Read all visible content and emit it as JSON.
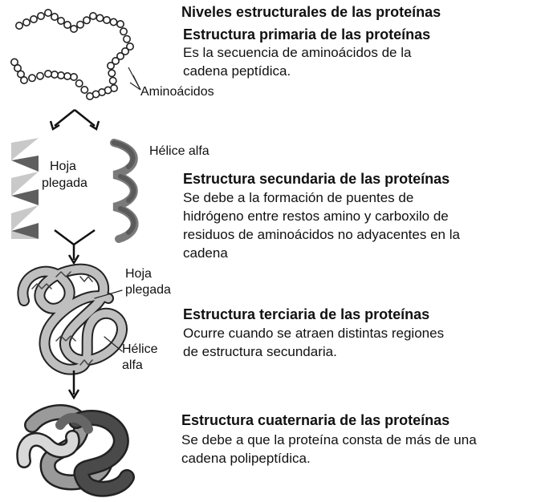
{
  "main_title": "Niveles estructurales de las proteínas",
  "levels": [
    {
      "title": "Estructura primaria de las proteínas",
      "lines": [
        "Es la secuencia de aminoácidos de la",
        "cadena peptídica."
      ]
    },
    {
      "title": "Estructura secundaria de las proteínas",
      "lines": [
        "Se debe a la formación de puentes de",
        "hidrógeno entre restos amino y carboxilo de",
        "residuos de aminoácidos no adyacentes en la",
        "cadena"
      ]
    },
    {
      "title": "Estructura terciaria de las proteínas",
      "lines": [
        "Ocurre cuando se atraen distintas regiones",
        "de estructura secundaria."
      ]
    },
    {
      "title": "Estructura cuaternaria de las proteínas",
      "lines": [
        "Se debe a que la proteína consta de más de una",
        "cadena polipeptídica."
      ]
    }
  ],
  "labels": {
    "aminoacidos": "Aminoácidos",
    "helice_alfa": "Hélice alfa",
    "hoja_plegada_1": "Hoja",
    "hoja_plegada_2": "plegada",
    "tert_hoja_1": "Hoja",
    "tert_hoja_2": "plegada",
    "tert_helice_1": "Hélice",
    "tert_helice_2": "alfa"
  }
}
